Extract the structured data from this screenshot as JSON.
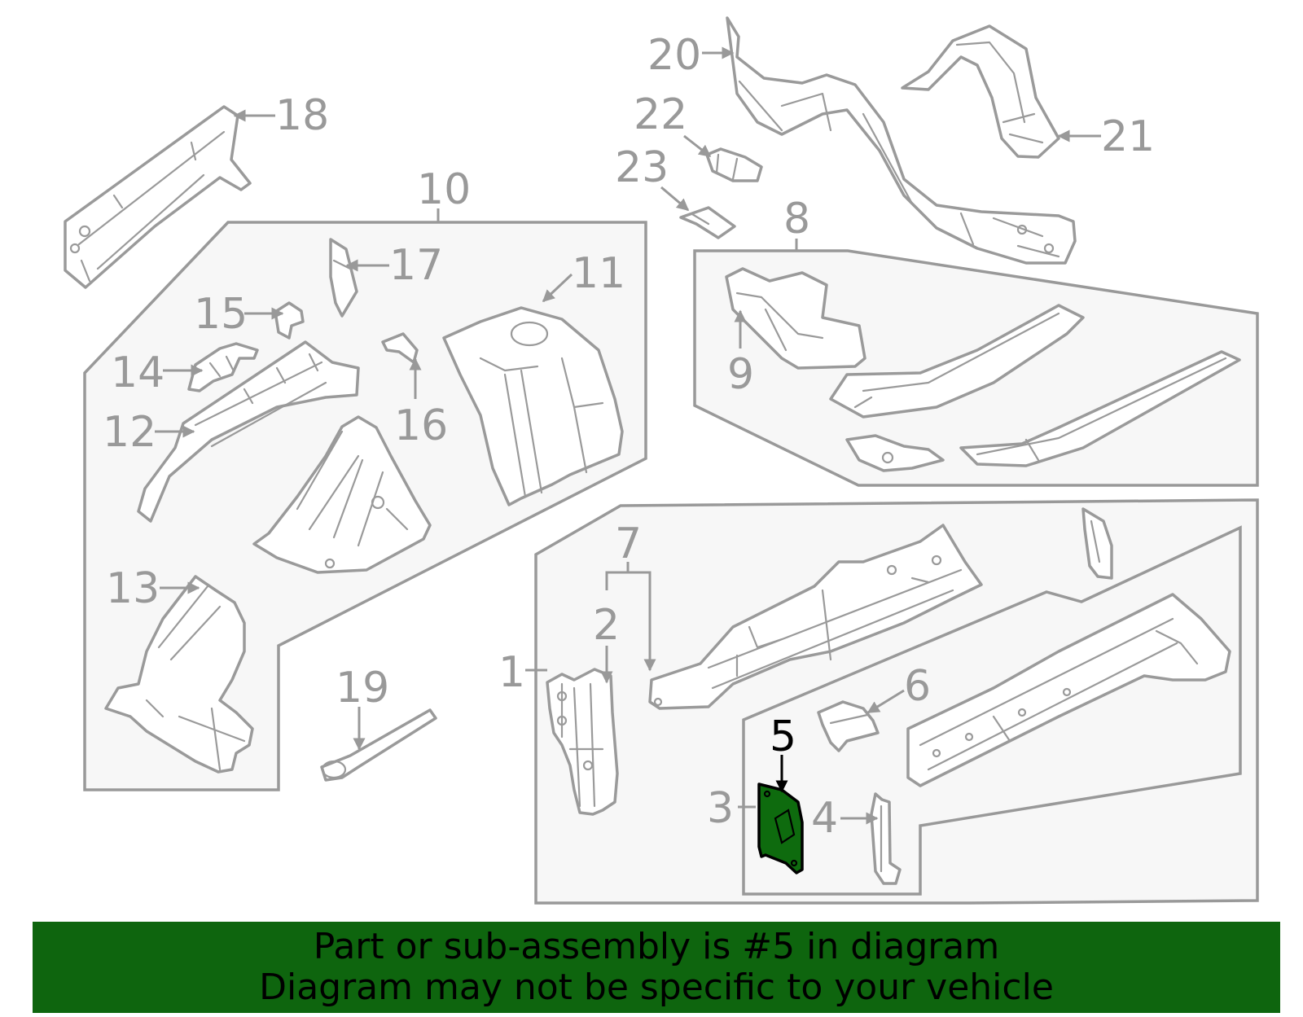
{
  "callouts": {
    "c1": "1",
    "c2": "2",
    "c3": "3",
    "c4": "4",
    "c5": "5",
    "c6": "6",
    "c7": "7",
    "c8": "8",
    "c9": "9",
    "c10": "10",
    "c11": "11",
    "c12": "12",
    "c13": "13",
    "c14": "14",
    "c15": "15",
    "c16": "16",
    "c17": "17",
    "c18": "18",
    "c19": "19",
    "c20": "20",
    "c21": "21",
    "c22": "22",
    "c23": "23"
  },
  "highlighted_part": "5",
  "colors": {
    "highlight": "#0e6b0e",
    "banner": "#0e650e",
    "line": "#999999",
    "panel": "#f7f7f7"
  },
  "banner": {
    "line1": "Part or sub-assembly is #5 in diagram",
    "line2": "Diagram may not be specific to your vehicle"
  }
}
